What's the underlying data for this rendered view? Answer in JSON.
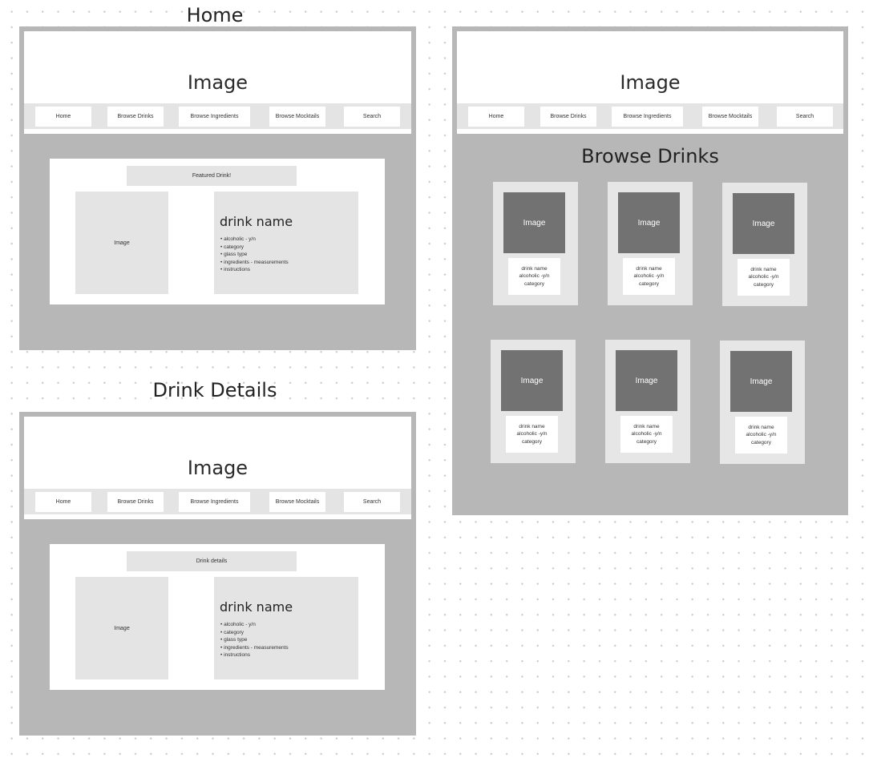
{
  "nav": [
    "Home",
    "Browse Drinks",
    "Browse Ingredients",
    "Browse Mocktails",
    "Search"
  ],
  "header_image_label": "Image",
  "home": {
    "title": "Home",
    "panel_heading": "Featured Drink!",
    "image_label": "Image",
    "drink_name": "drink name",
    "details": [
      "alcoholic - y/n",
      "category",
      "glass type",
      "ingredients - measurements",
      "instructions"
    ]
  },
  "drink_details": {
    "title": "Drink Details",
    "panel_heading": "Drink details",
    "image_label": "Image",
    "drink_name": "drink name",
    "details": [
      "alcoholic - y/n",
      "category",
      "glass type",
      "ingredients - measurements",
      "instructions"
    ]
  },
  "browse": {
    "heading": "Browse Drinks",
    "cards": [
      {
        "image_label": "Image",
        "name": "drink name",
        "alcoholic": "alcoholic -y/n",
        "category": "category"
      },
      {
        "image_label": "Image",
        "name": "drink name",
        "alcoholic": "alcoholic -y/n",
        "category": "category"
      },
      {
        "image_label": "Image",
        "name": "drink name",
        "alcoholic": "alcoholic -y/n",
        "category": "category"
      },
      {
        "image_label": "Image",
        "name": "drink name",
        "alcoholic": "alcoholic -y/n",
        "category": "category"
      },
      {
        "image_label": "Image",
        "name": "drink name",
        "alcoholic": "alcoholic -y/n",
        "category": "category"
      },
      {
        "image_label": "Image",
        "name": "drink name",
        "alcoholic": "alcoholic -y/n",
        "category": "category"
      }
    ]
  }
}
